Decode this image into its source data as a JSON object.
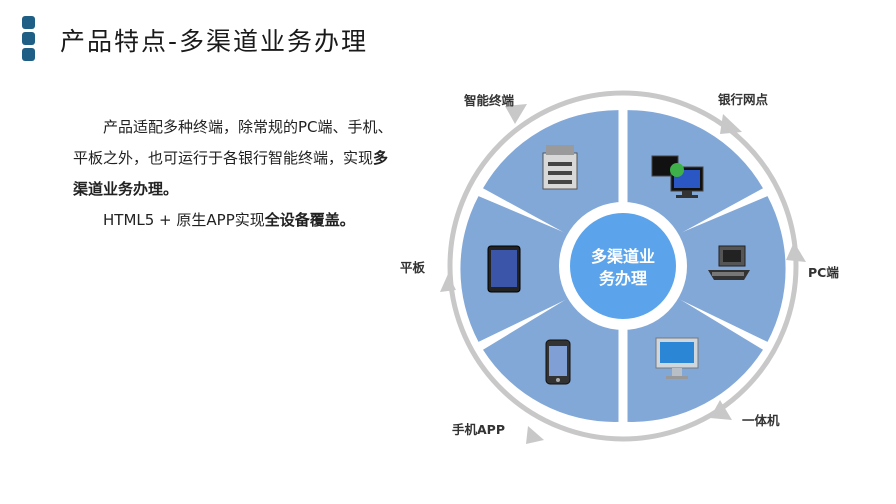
{
  "header": {
    "title": "产品特点-多渠道业务办理"
  },
  "intro": {
    "p1_normal": "产品适配多种终端，除常规的PC端、手机、平板之外，也可运行于各银行智能终端，实现",
    "p1_bold": "多渠道业务办理。",
    "p2_normal": "HTML5 + 原生APP实现",
    "p2_bold": "全设备覆盖。"
  },
  "diagram": {
    "center_line1": "多渠道业",
    "center_line2": "务办理",
    "labels": {
      "smart_terminal": "智能终端",
      "bank_branch": "银行网点",
      "pc": "PC端",
      "all_in_one": "一体机",
      "mobile_app": "手机APP",
      "tablet": "平板"
    }
  },
  "colors": {
    "brand_dark": "#1f5f86",
    "segment_blue": "#82a8d8",
    "center_blue": "#5ba4ec",
    "ring_gray": "#c8c8c8"
  }
}
